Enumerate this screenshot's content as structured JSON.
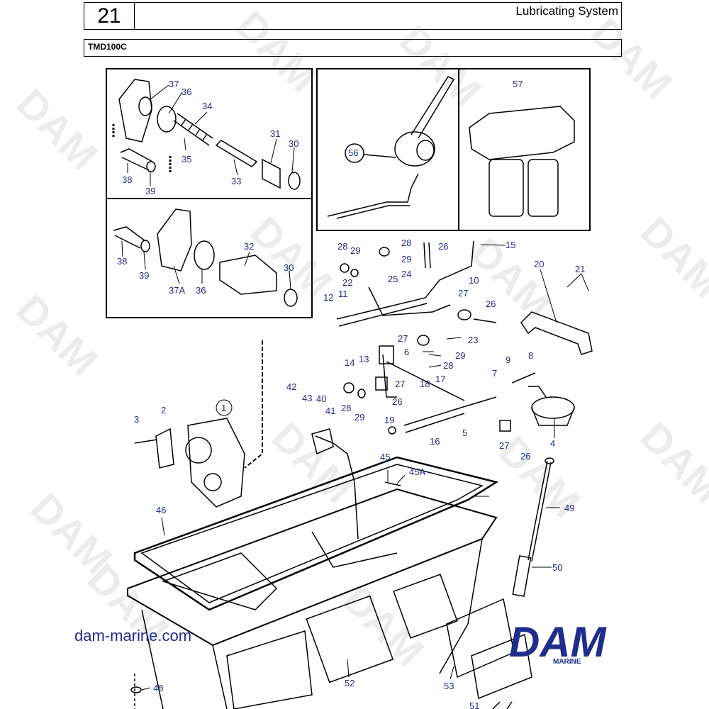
{
  "header": {
    "section_number": "21",
    "title": "Lubricating System",
    "model": "TMD100C"
  },
  "footer": {
    "site_url": "dam-marine.com",
    "brand_word": "DAM",
    "brand_sub": "MARINE"
  },
  "watermark": {
    "text": "DAM"
  },
  "colors": {
    "callout": "#1f2d8c",
    "ink": "#000000",
    "brand": "#1f2d8c"
  },
  "diagram": {
    "callouts": [
      {
        "id": "c37",
        "text": "37"
      },
      {
        "id": "c36a",
        "text": "36"
      },
      {
        "id": "c34",
        "text": "34"
      },
      {
        "id": "c31",
        "text": "31"
      },
      {
        "id": "c30a",
        "text": "30"
      },
      {
        "id": "c35",
        "text": "35"
      },
      {
        "id": "c33",
        "text": "33"
      },
      {
        "id": "c38a",
        "text": "38"
      },
      {
        "id": "c39a",
        "text": "39"
      },
      {
        "id": "c56",
        "text": "56"
      },
      {
        "id": "c57",
        "text": "57"
      },
      {
        "id": "c32",
        "text": "32"
      },
      {
        "id": "c38b",
        "text": "38"
      },
      {
        "id": "c39b",
        "text": "39"
      },
      {
        "id": "c37A",
        "text": "37A"
      },
      {
        "id": "c36b",
        "text": "36"
      },
      {
        "id": "c30b",
        "text": "30"
      },
      {
        "id": "c28a",
        "text": "28"
      },
      {
        "id": "c29a",
        "text": "29"
      },
      {
        "id": "c28b",
        "text": "28"
      },
      {
        "id": "c29b",
        "text": "29"
      },
      {
        "id": "c26a",
        "text": "26"
      },
      {
        "id": "c15",
        "text": "15"
      },
      {
        "id": "c22",
        "text": "22"
      },
      {
        "id": "c25",
        "text": "25"
      },
      {
        "id": "c24",
        "text": "24"
      },
      {
        "id": "c10",
        "text": "10"
      },
      {
        "id": "c20",
        "text": "20"
      },
      {
        "id": "c21",
        "text": "21"
      },
      {
        "id": "c12",
        "text": "12"
      },
      {
        "id": "c11",
        "text": "11"
      },
      {
        "id": "c27a",
        "text": "27"
      },
      {
        "id": "c26b",
        "text": "26"
      },
      {
        "id": "c23",
        "text": "23"
      },
      {
        "id": "c27b",
        "text": "27"
      },
      {
        "id": "c6",
        "text": "6"
      },
      {
        "id": "c29c",
        "text": "29"
      },
      {
        "id": "c28c",
        "text": "28"
      },
      {
        "id": "c14",
        "text": "14"
      },
      {
        "id": "c13",
        "text": "13"
      },
      {
        "id": "c9",
        "text": "9"
      },
      {
        "id": "c8",
        "text": "8"
      },
      {
        "id": "c7",
        "text": "7"
      },
      {
        "id": "c42",
        "text": "42"
      },
      {
        "id": "c43",
        "text": "43"
      },
      {
        "id": "c40",
        "text": "40"
      },
      {
        "id": "c41",
        "text": "41"
      },
      {
        "id": "c28d",
        "text": "28"
      },
      {
        "id": "c29d",
        "text": "29"
      },
      {
        "id": "c27c",
        "text": "27"
      },
      {
        "id": "c26c",
        "text": "26"
      },
      {
        "id": "c18",
        "text": "18"
      },
      {
        "id": "c17",
        "text": "17"
      },
      {
        "id": "c19",
        "text": "19"
      },
      {
        "id": "c16",
        "text": "16"
      },
      {
        "id": "c5",
        "text": "5"
      },
      {
        "id": "c27d",
        "text": "27"
      },
      {
        "id": "c26d",
        "text": "26"
      },
      {
        "id": "c4",
        "text": "4"
      },
      {
        "id": "c1",
        "text": "1"
      },
      {
        "id": "c3",
        "text": "3"
      },
      {
        "id": "c2",
        "text": "2"
      },
      {
        "id": "c45",
        "text": "45"
      },
      {
        "id": "c45A",
        "text": "45A"
      },
      {
        "id": "c46",
        "text": "46"
      },
      {
        "id": "c49",
        "text": "49"
      },
      {
        "id": "c50",
        "text": "50"
      },
      {
        "id": "c48",
        "text": "48"
      },
      {
        "id": "c52",
        "text": "52"
      },
      {
        "id": "c53",
        "text": "53"
      },
      {
        "id": "c51",
        "text": "51"
      }
    ]
  }
}
